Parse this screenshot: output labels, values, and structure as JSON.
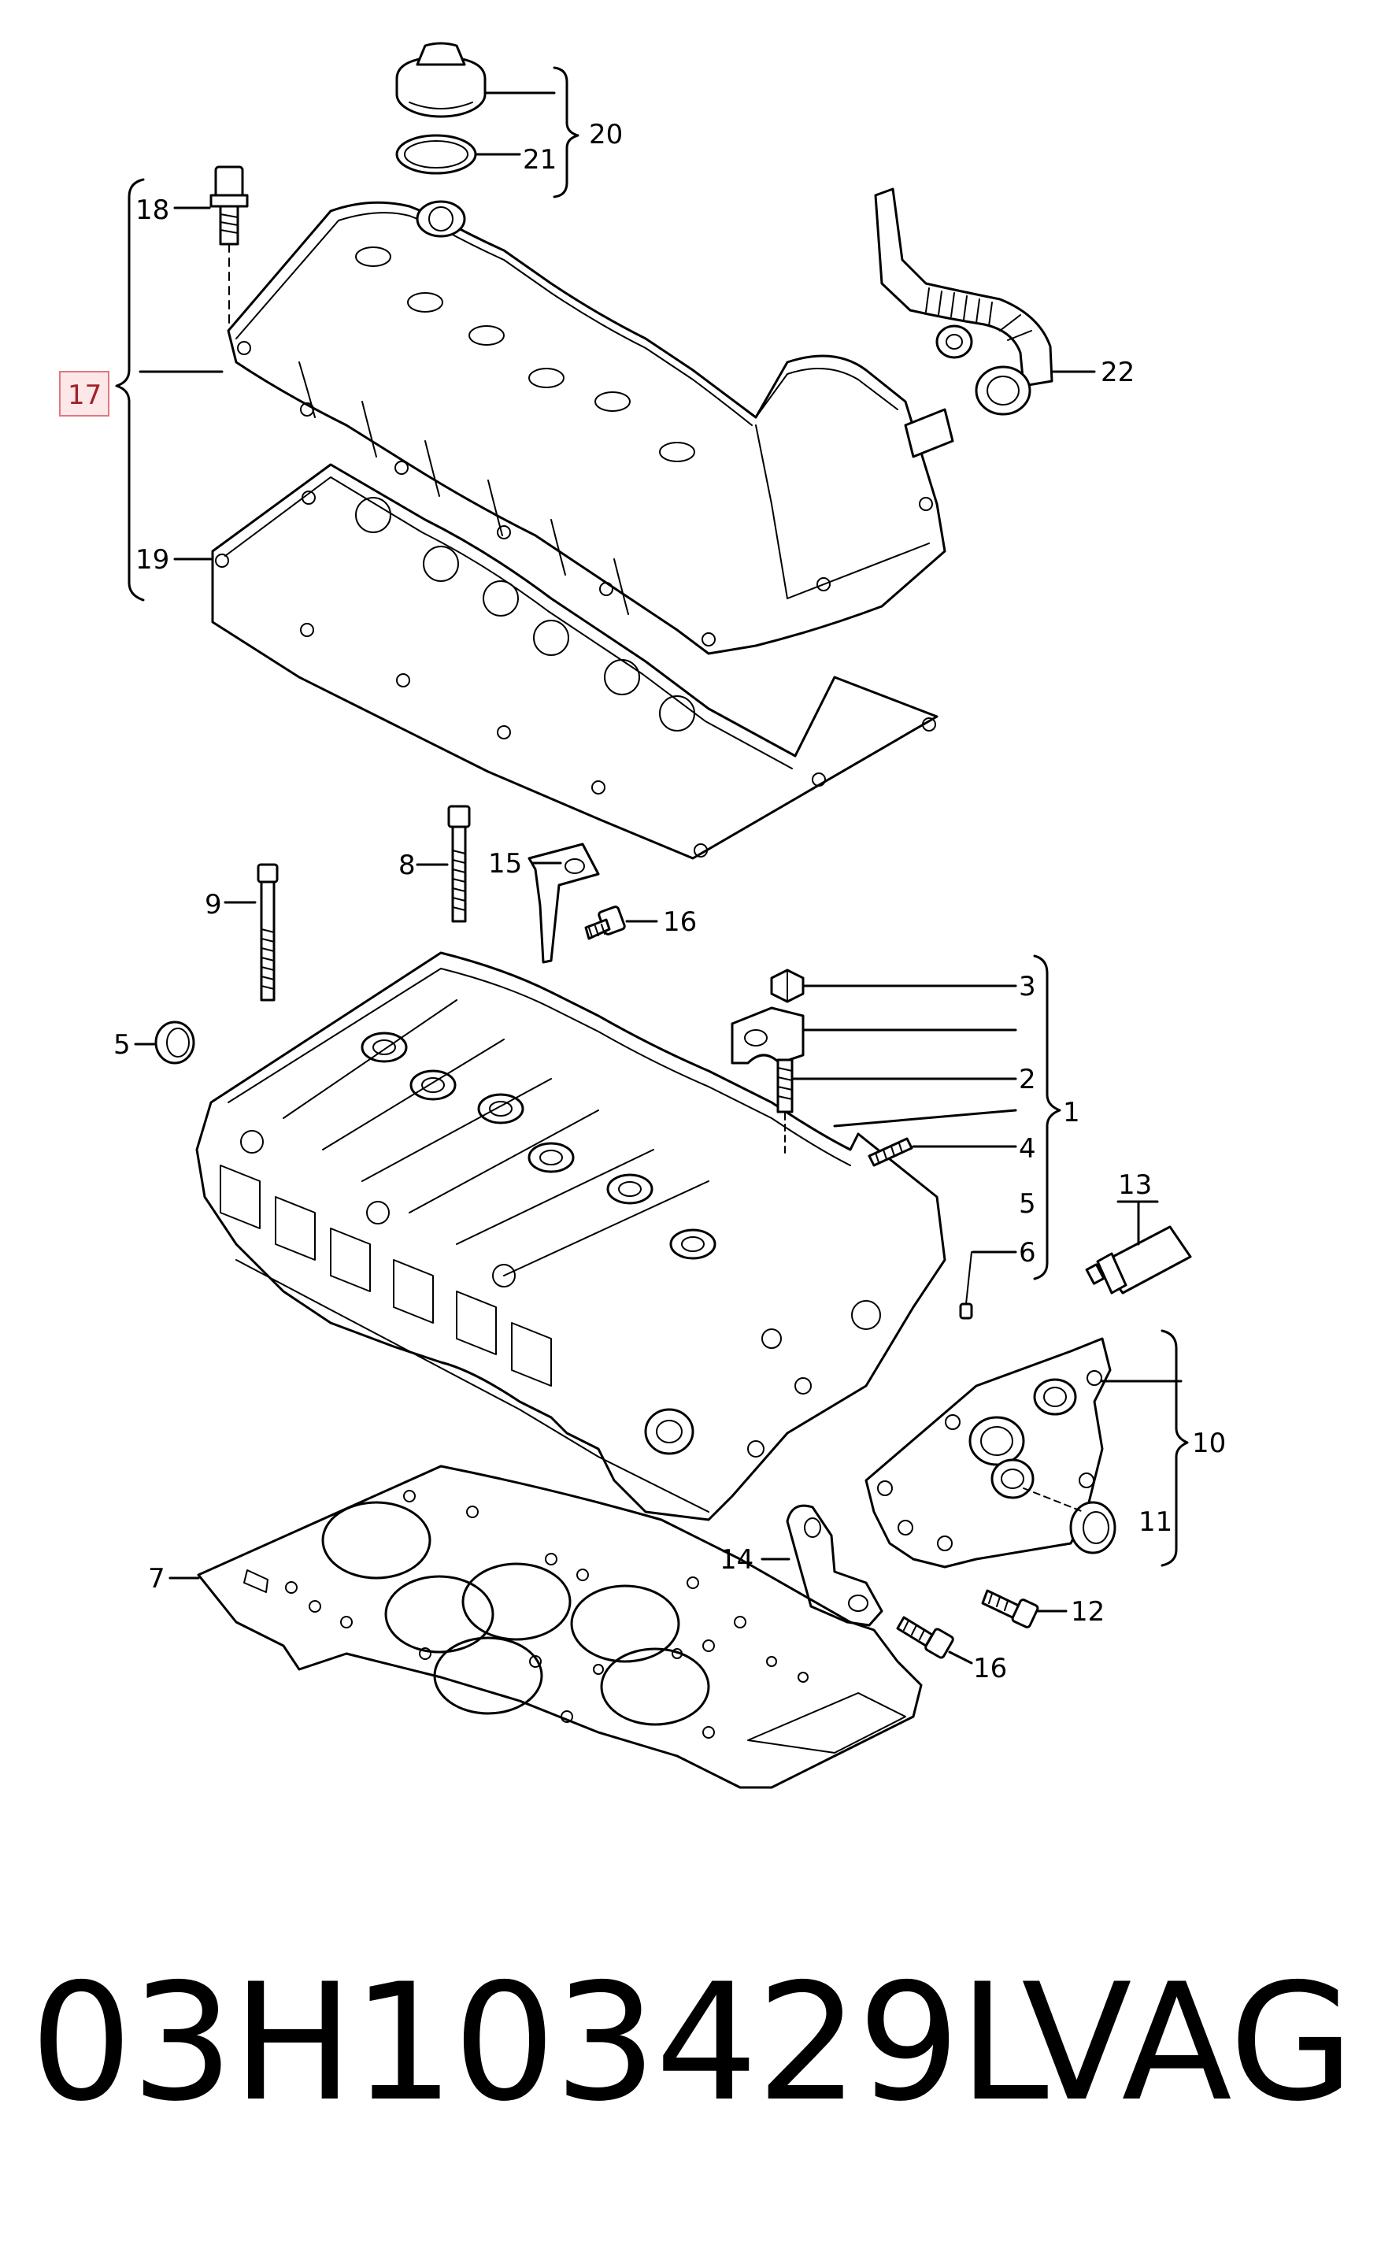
{
  "callouts": {
    "c1": "1",
    "c2": "2",
    "c3": "3",
    "c4": "4",
    "c5a": "5",
    "c5b": "5",
    "c6": "6",
    "c7": "7",
    "c8": "8",
    "c9": "9",
    "c10": "10",
    "c11": "11",
    "c12": "12",
    "c13": "13",
    "c14": "14",
    "c15": "15",
    "c16a": "16",
    "c16b": "16",
    "c17": "17",
    "c18": "18",
    "c19": "19",
    "c20": "20",
    "c21": "21",
    "c22": "22"
  },
  "highlighted_callout": "17",
  "colors": {
    "highlight_fill": "#fde7e9",
    "highlight_border": "#e0787e",
    "highlight_text": "#a2222a",
    "ink": "#000000"
  },
  "caption": {
    "part_number": "03H103429L",
    "brand": "VAG"
  }
}
